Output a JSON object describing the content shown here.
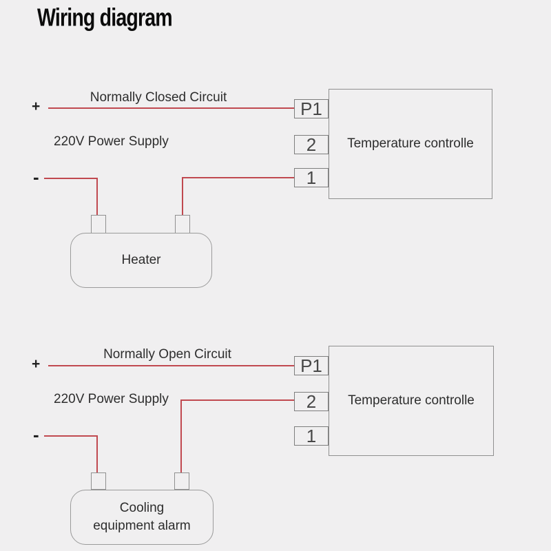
{
  "title": "Wiring diagram",
  "colors": {
    "background": "#f0eff0",
    "wire": "#c0484f",
    "box_border": "#8f8f8f",
    "text": "#2d2d2d"
  },
  "diagrams": [
    {
      "circuit_label": "Normally Closed Circuit",
      "plus_label": "+",
      "minus_label": "-",
      "power_supply_label": "220V Power Supply",
      "device_label": "Heater",
      "controller_label": "Temperature controlle",
      "terminals": [
        "P1",
        "2",
        "1"
      ]
    },
    {
      "circuit_label": "Normally Open Circuit",
      "plus_label": "+",
      "minus_label": "-",
      "power_supply_label": "220V Power Supply",
      "device_label": "Cooling equipment alarm",
      "controller_label": "Temperature controlle",
      "terminals": [
        "P1",
        "2",
        "1"
      ]
    }
  ]
}
